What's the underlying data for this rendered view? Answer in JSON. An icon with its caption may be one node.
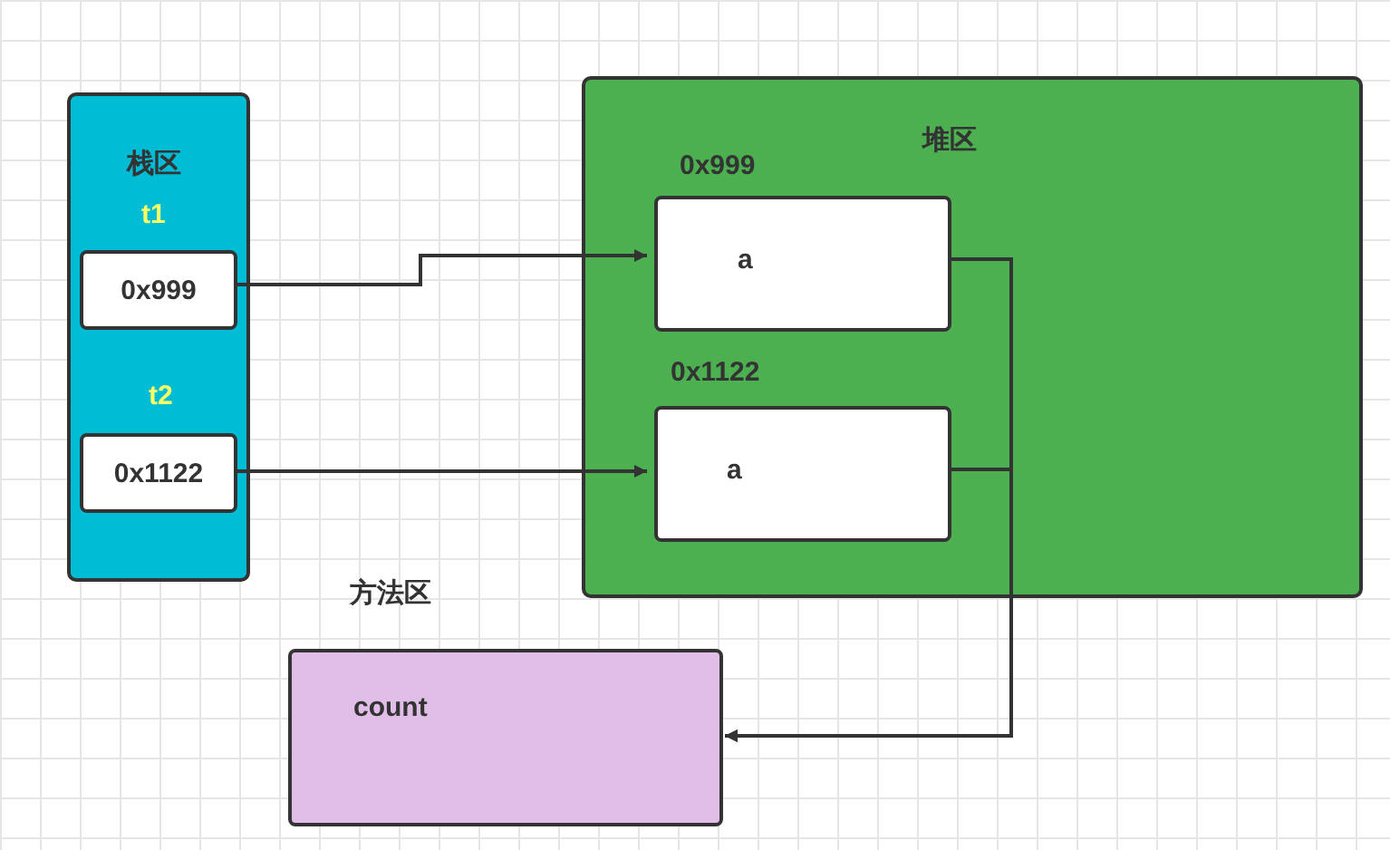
{
  "diagram": {
    "nodes": [
      {
        "text": [
          "栈区"
        ]
      },
      {
        "text": [
          "0x999"
        ],
        "beside": [
          "t1"
        ],
        "in": 0
      },
      {
        "text": [
          "0x1122"
        ],
        "beside": [
          "t2"
        ],
        "in": 0
      },
      {
        "text": [
          "堆区"
        ]
      },
      {
        "text": [
          "0x999",
          "a"
        ],
        "in": 3
      },
      {
        "text": [
          "0x1122",
          "a"
        ],
        "in": 3
      },
      {
        "text": [
          "方法区",
          "count"
        ]
      }
    ],
    "edges": [
      {
        "from": 1,
        "to": 4,
        "arrow": "to"
      },
      {
        "from": 2,
        "to": 5,
        "arrow": "to"
      },
      {
        "from": 4,
        "to": 6,
        "arrow": "to"
      },
      {
        "from": 5,
        "to": 6,
        "arrow": "to"
      }
    ]
  }
}
